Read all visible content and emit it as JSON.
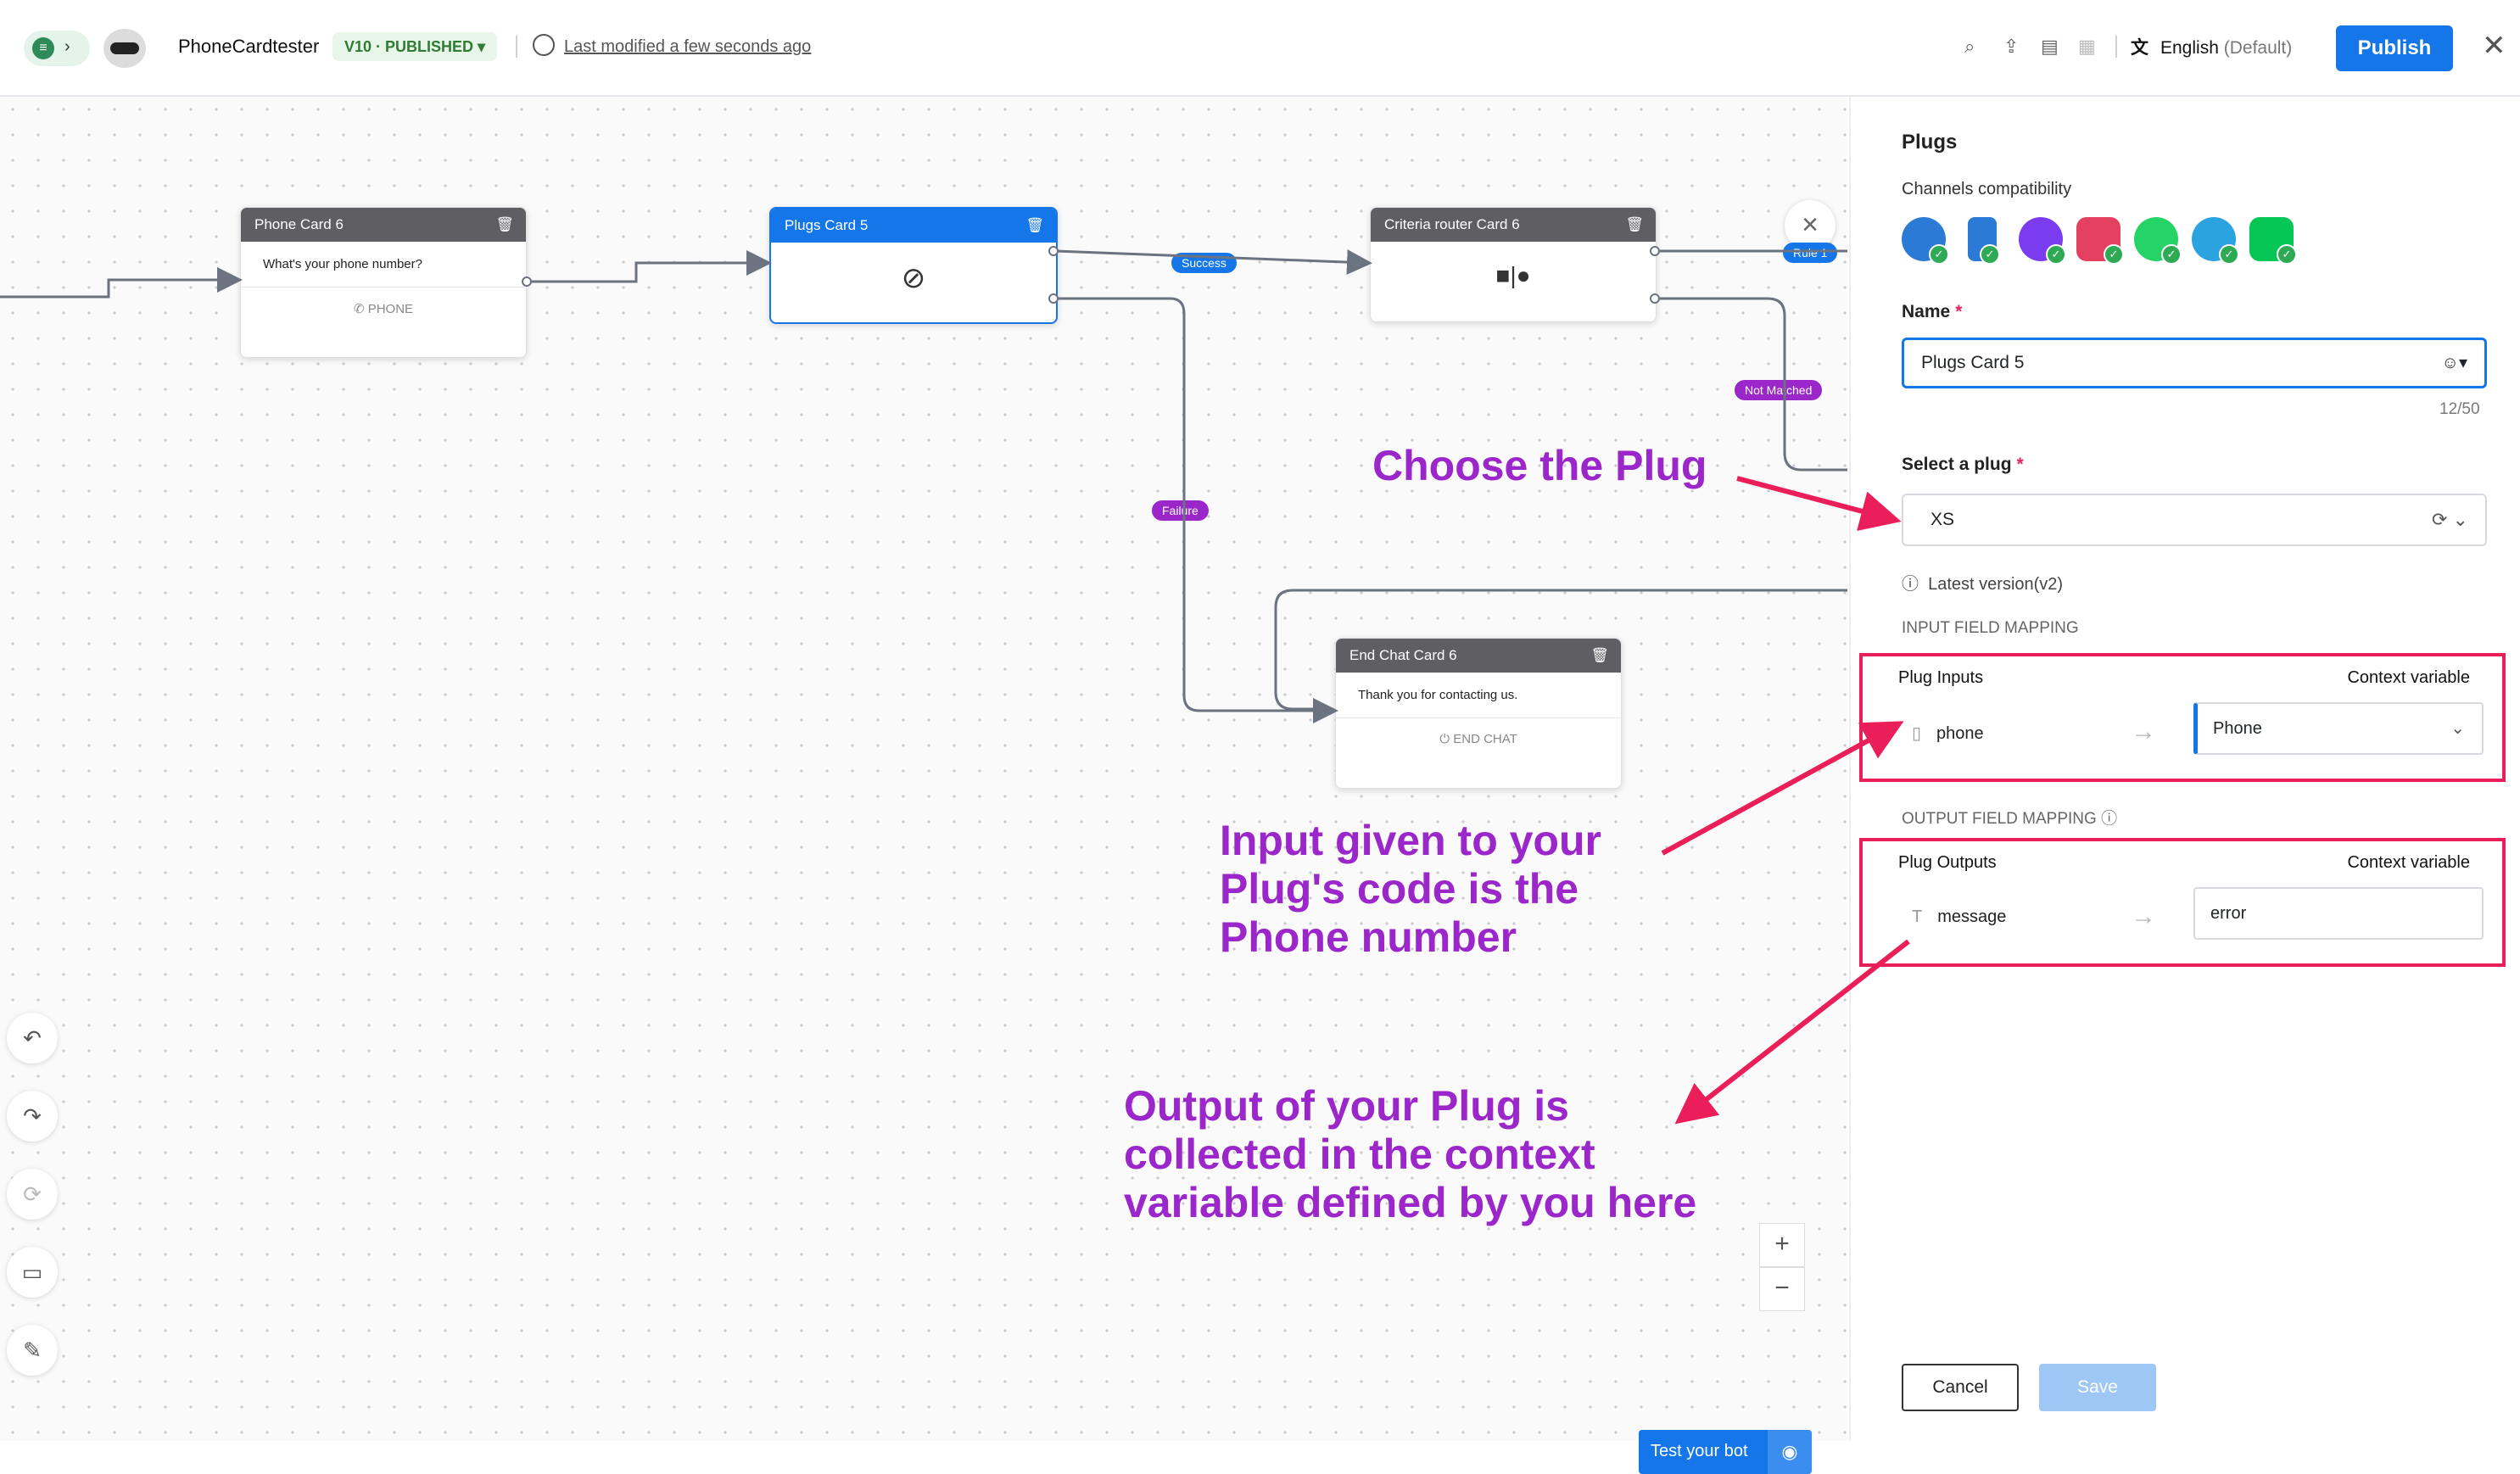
{
  "header": {
    "bot_name": "PhoneCardtester",
    "version_badge": "V10 · PUBLISHED ▾",
    "last_modified": "Last modified a few seconds ago",
    "language": "English",
    "language_suffix": "(Default)",
    "publish_label": "Publish",
    "icons": [
      "search-icon",
      "upload-icon",
      "layout-icon",
      "grid-icon",
      "translate-icon",
      "close-icon"
    ]
  },
  "canvas": {
    "cards": [
      {
        "title": "Phone Card 6",
        "body": "What's your phone number?",
        "footer": "PHONE"
      },
      {
        "title": "Plugs Card 5",
        "body": "",
        "footer": ""
      },
      {
        "title": "Criteria router Card 6",
        "body": "",
        "footer": ""
      },
      {
        "title": "End Chat Card 6",
        "body": "Thank you for contacting us.",
        "footer": "END CHAT"
      }
    ],
    "connectors": {
      "success": "Success",
      "failure": "Failure",
      "rule1": "Rule 1",
      "not_matched": "Not Matched"
    },
    "annotations": {
      "choose": "Choose the Plug",
      "input": [
        "Input given to your",
        "Plug's code is the",
        "Phone number"
      ],
      "output": [
        "Output of your Plug is",
        "collected in the context",
        "variable defined by you here"
      ]
    },
    "test_bot_label": "Test your bot",
    "annotation_color": "#9b26c9",
    "highlight_color": "#ea1f5a"
  },
  "panel": {
    "title": "Plugs",
    "channels_label": "Channels compatibility",
    "channels": [
      "web",
      "mobile",
      "messenger",
      "instagram",
      "whatsapp",
      "telegram",
      "line"
    ],
    "name_label": "Name",
    "name_value": "Plugs Card 5",
    "name_count": "12/50",
    "plug_label": "Select a plug",
    "plug_value": "XS",
    "latest_version": "Latest version(v2)",
    "input_section": "INPUT FIELD MAPPING",
    "inputs": {
      "col1": "Plug Inputs",
      "col2": "Context variable",
      "field": "phone",
      "context": "Phone"
    },
    "output_section": "OUTPUT FIELD MAPPING",
    "outputs": {
      "col1": "Plug Outputs",
      "col2": "Context variable",
      "field": "message",
      "context": "error"
    },
    "cancel_label": "Cancel",
    "save_label": "Save"
  }
}
